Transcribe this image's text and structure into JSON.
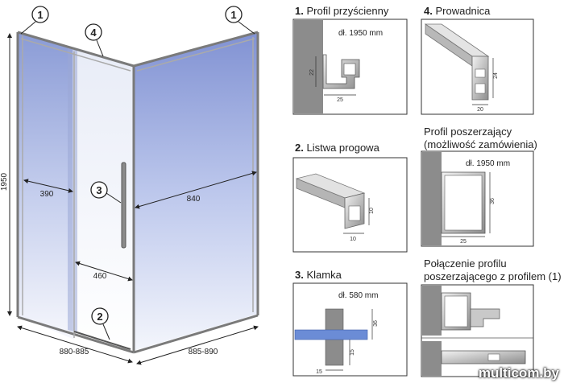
{
  "diagram": {
    "dimensions": {
      "height": "1950",
      "left_width_upper": "390",
      "right_width_upper": "840",
      "left_width_lower": "460",
      "front_width": "880-885",
      "side_width": "885-890"
    },
    "callouts": [
      "1",
      "1",
      "4",
      "3",
      "2"
    ]
  },
  "details": [
    {
      "number": "1.",
      "title": "Profil przyścienny",
      "note": "dł. 1950 mm",
      "dims": [
        "22",
        "25"
      ]
    },
    {
      "number": "4.",
      "title": "Prowadnica",
      "note": "",
      "dims": [
        "24",
        "20"
      ]
    },
    {
      "number": "2.",
      "title": "Listwa progowa",
      "note": "",
      "dims": [
        "10",
        "10"
      ]
    },
    {
      "number": "",
      "title": "Profil poszerzający\n(możliwość zamówienia)",
      "note": "dł. 1950 mm",
      "dims": [
        "36",
        "25"
      ]
    },
    {
      "number": "3.",
      "title": "Klamka",
      "note": "dł. 580 mm",
      "dims": [
        "36",
        "15",
        "15"
      ]
    },
    {
      "number": "",
      "title": "Połączenie profilu\nposzerzającego z profilem (1)",
      "note": "",
      "dims": []
    }
  ],
  "watermark": "multicom.by",
  "colors": {
    "glass_top": "#8e9fd8",
    "glass_bottom": "#f4f6fb",
    "frame": "#8a8a8a",
    "profile": "#c8c8c8",
    "wall": "#8c8c8c",
    "handle": "#6b8cd6",
    "accent": "#4a8bd0"
  }
}
